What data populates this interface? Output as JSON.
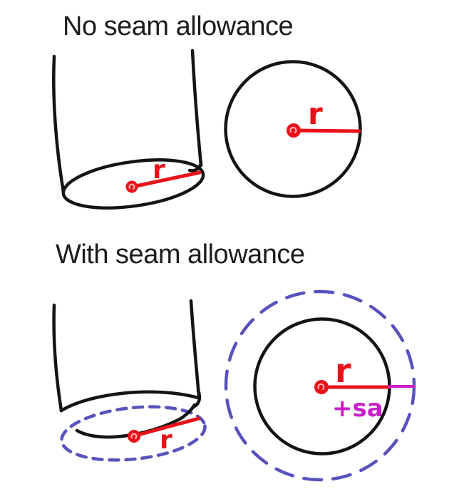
{
  "colors": {
    "background": "#ffffff",
    "ink": "#141414",
    "red": "#e8121b",
    "seam_dash": "#5852bd",
    "magenta": "#cb1ecb",
    "title_text": "#1c1c1c"
  },
  "titles": {
    "no_seam": "No seam allowance",
    "with_seam": "With seam allowance"
  },
  "labels": {
    "no_seam_cylinder_radius": "r",
    "no_seam_circle_radius": "r",
    "with_seam_cylinder_radius": "r",
    "with_seam_circle_radius": "r",
    "seam_allowance": "+sa"
  }
}
